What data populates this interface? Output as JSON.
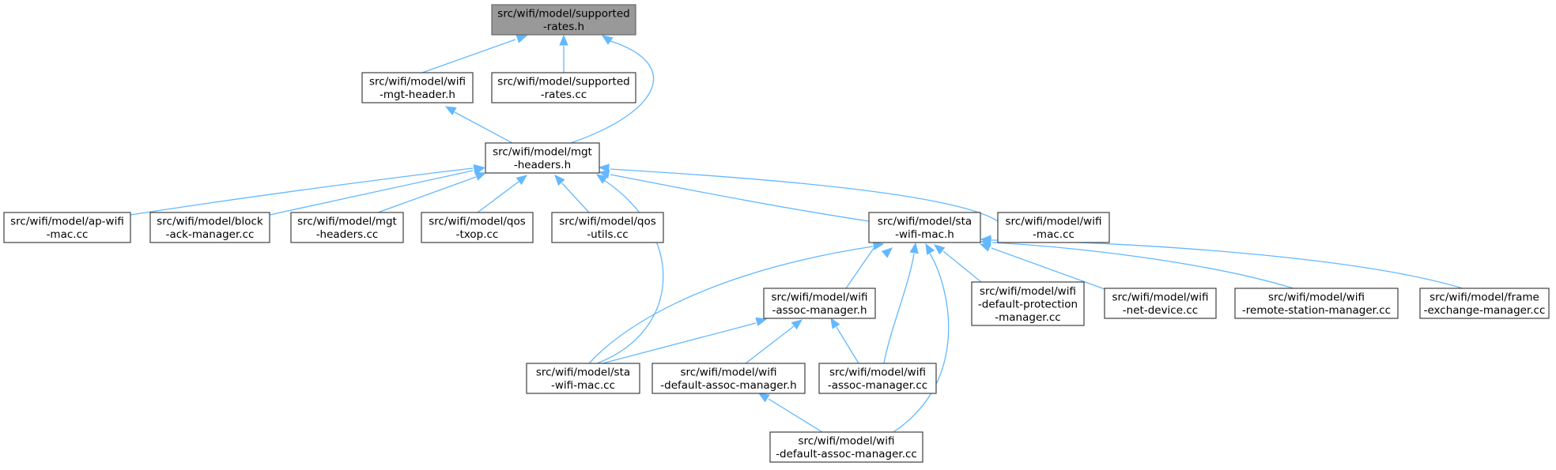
{
  "diagram": {
    "nodes": [
      {
        "id": "supported-rates-h",
        "lines": [
          "src/wifi/model/supported",
          "-rates.h"
        ],
        "root": true
      },
      {
        "id": "wifi-mgt-header-h",
        "lines": [
          "src/wifi/model/wifi",
          "-mgt-header.h"
        ]
      },
      {
        "id": "supported-rates-cc",
        "lines": [
          "src/wifi/model/supported",
          "-rates.cc"
        ]
      },
      {
        "id": "mgt-headers-h",
        "lines": [
          "src/wifi/model/mgt",
          "-headers.h"
        ]
      },
      {
        "id": "ap-wifi-mac-cc",
        "lines": [
          "src/wifi/model/ap-wifi",
          "-mac.cc"
        ]
      },
      {
        "id": "block-ack-manager-cc",
        "lines": [
          "src/wifi/model/block",
          "-ack-manager.cc"
        ]
      },
      {
        "id": "mgt-headers-cc",
        "lines": [
          "src/wifi/model/mgt",
          "-headers.cc"
        ]
      },
      {
        "id": "qos-txop-cc",
        "lines": [
          "src/wifi/model/qos",
          "-txop.cc"
        ]
      },
      {
        "id": "qos-utils-cc",
        "lines": [
          "src/wifi/model/qos",
          "-utils.cc"
        ]
      },
      {
        "id": "sta-wifi-mac-h",
        "lines": [
          "src/wifi/model/sta",
          "-wifi-mac.h"
        ]
      },
      {
        "id": "wifi-mac-cc",
        "lines": [
          "src/wifi/model/wifi",
          "-mac.cc"
        ]
      },
      {
        "id": "wifi-assoc-manager-h",
        "lines": [
          "src/wifi/model/wifi",
          "-assoc-manager.h"
        ]
      },
      {
        "id": "wifi-default-protection-manager-cc",
        "lines": [
          "src/wifi/model/wifi",
          "-default-protection",
          "-manager.cc"
        ]
      },
      {
        "id": "wifi-net-device-cc",
        "lines": [
          "src/wifi/model/wifi",
          "-net-device.cc"
        ]
      },
      {
        "id": "wifi-remote-station-manager-cc",
        "lines": [
          "src/wifi/model/wifi",
          "-remote-station-manager.cc"
        ]
      },
      {
        "id": "frame-exchange-manager-cc",
        "lines": [
          "src/wifi/model/frame",
          "-exchange-manager.cc"
        ]
      },
      {
        "id": "sta-wifi-mac-cc",
        "lines": [
          "src/wifi/model/sta",
          "-wifi-mac.cc"
        ]
      },
      {
        "id": "wifi-default-assoc-manager-h",
        "lines": [
          "src/wifi/model/wifi",
          "-default-assoc-manager.h"
        ]
      },
      {
        "id": "wifi-assoc-manager-cc",
        "lines": [
          "src/wifi/model/wifi",
          "-assoc-manager.cc"
        ]
      },
      {
        "id": "wifi-default-assoc-manager-cc",
        "lines": [
          "src/wifi/model/wifi",
          "-default-assoc-manager.cc"
        ]
      }
    ],
    "edges": [
      {
        "from": "wifi-mgt-header-h",
        "to": "supported-rates-h"
      },
      {
        "from": "supported-rates-cc",
        "to": "supported-rates-h"
      },
      {
        "from": "mgt-headers-h",
        "to": "supported-rates-h"
      },
      {
        "from": "mgt-headers-h",
        "to": "wifi-mgt-header-h"
      },
      {
        "from": "ap-wifi-mac-cc",
        "to": "mgt-headers-h"
      },
      {
        "from": "block-ack-manager-cc",
        "to": "mgt-headers-h"
      },
      {
        "from": "mgt-headers-cc",
        "to": "mgt-headers-h"
      },
      {
        "from": "qos-txop-cc",
        "to": "mgt-headers-h"
      },
      {
        "from": "qos-utils-cc",
        "to": "mgt-headers-h"
      },
      {
        "from": "sta-wifi-mac-h",
        "to": "mgt-headers-h"
      },
      {
        "from": "wifi-mac-cc",
        "to": "mgt-headers-h"
      },
      {
        "from": "sta-wifi-mac-cc",
        "to": "mgt-headers-h"
      },
      {
        "from": "wifi-assoc-manager-h",
        "to": "sta-wifi-mac-h"
      },
      {
        "from": "wifi-default-protection-manager-cc",
        "to": "sta-wifi-mac-h"
      },
      {
        "from": "wifi-net-device-cc",
        "to": "sta-wifi-mac-h"
      },
      {
        "from": "wifi-remote-station-manager-cc",
        "to": "sta-wifi-mac-h"
      },
      {
        "from": "frame-exchange-manager-cc",
        "to": "sta-wifi-mac-h"
      },
      {
        "from": "sta-wifi-mac-cc",
        "to": "sta-wifi-mac-h"
      },
      {
        "from": "wifi-assoc-manager-cc",
        "to": "sta-wifi-mac-h"
      },
      {
        "from": "wifi-default-assoc-manager-cc",
        "to": "sta-wifi-mac-h"
      },
      {
        "from": "sta-wifi-mac-cc",
        "to": "wifi-assoc-manager-h"
      },
      {
        "from": "wifi-default-assoc-manager-h",
        "to": "wifi-assoc-manager-h"
      },
      {
        "from": "wifi-assoc-manager-cc",
        "to": "wifi-assoc-manager-h"
      },
      {
        "from": "wifi-default-assoc-manager-cc",
        "to": "wifi-default-assoc-manager-h"
      }
    ],
    "colors": {
      "edge": "#63b8ff",
      "root_fill": "#999999",
      "node_border": "#3f3f3f"
    }
  }
}
